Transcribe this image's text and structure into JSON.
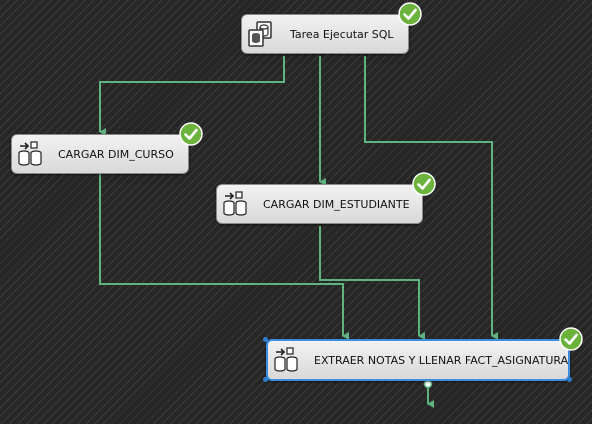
{
  "tasks": [
    {
      "id": "sql",
      "label": "Tarea Ejecutar SQL",
      "icon": "execute-sql-icon",
      "status": "success"
    },
    {
      "id": "dim_curso",
      "label": "CARGAR DIM_CURSO",
      "icon": "data-flow-icon",
      "status": "success"
    },
    {
      "id": "dim_estudiante",
      "label": "CARGAR DIM_ESTUDIANTE",
      "icon": "data-flow-icon",
      "status": "success"
    },
    {
      "id": "fact",
      "label": "EXTRAER NOTAS Y LLENAR FACT_ASIGNATURA",
      "icon": "data-flow-icon",
      "status": "success",
      "selected": true
    }
  ],
  "colors": {
    "connector": "#5fb37f",
    "success": "#6cb33e",
    "selection": "#3b8de0"
  }
}
